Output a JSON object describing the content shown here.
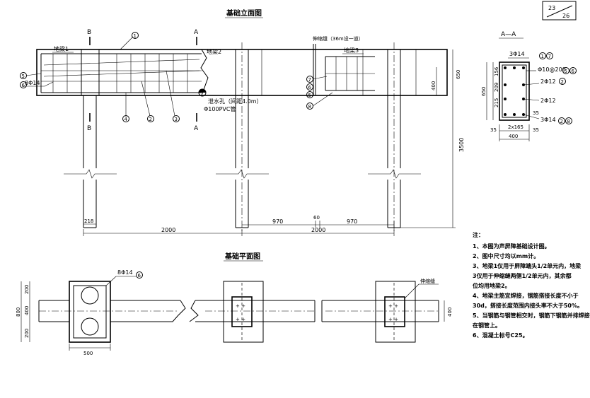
{
  "page_badge": {
    "current": "23",
    "total": "26"
  },
  "elevation": {
    "title": "基础立面图",
    "section_marks": {
      "b": "B",
      "a": "A"
    },
    "callouts": {
      "c1": "1",
      "c2": "2",
      "c3": "3",
      "c4": "4",
      "c5": "5",
      "c6": "6",
      "c7": "7",
      "c8": "8"
    },
    "labels": {
      "beam1": "地梁1",
      "beam2": "地梁2",
      "beam3": "地梁3",
      "bar_8phi14": "8Φ14",
      "joint": "伸缩缝（36m设一道）",
      "drain1": "泄水孔（间距4.0m）",
      "drain2": "Φ100PVC管"
    },
    "dims": {
      "d218": "218",
      "d2000a": "2000",
      "d2000b": "2000",
      "d970a": "970",
      "d60": "60",
      "d970b": "970",
      "d400": "400",
      "d650": "650",
      "d3500": "3500"
    }
  },
  "section": {
    "title": "A—A",
    "labels": {
      "top_bar": "3Φ14",
      "stirrup": "Φ10@200",
      "mid1": "2Φ12",
      "mid2": "2Φ12",
      "bot_bar": "3Φ14",
      "spacing": "2x165"
    },
    "callouts": {
      "c1": "1",
      "c7": "7",
      "c5": "5",
      "c6": "6",
      "c2": "2",
      "c8": "8"
    },
    "dims": {
      "d156": "156",
      "d209": "209",
      "d215": "215",
      "d650": "650",
      "d35a": "35",
      "d35b": "35",
      "d35c": "35",
      "d400": "400"
    }
  },
  "plan": {
    "title": "基础平面图",
    "labels": {
      "bar": "8Φ14",
      "callout": "6",
      "joint": "伸缩缝"
    },
    "dims": {
      "d200a": "200",
      "d400a": "400",
      "d200b": "200",
      "d800": "800",
      "d500": "500",
      "d400b": "400"
    }
  },
  "notes": {
    "header": "注：",
    "items": [
      "1、本图为声屏障基础设计图。",
      "2、图中尺寸均以mm计。",
      "3、地梁1仅用于屏障端头1/2单元内，地梁",
      "   3仅用于伸缩缝两侧1/2单元内，其余都",
      "   位均用地梁2。",
      "4、地梁主筋宜焊接，钢筋搭接长度不小于",
      "   30d，搭接长度范围内接头率不大于50%。",
      "5、当钢筋与钢管相交时，钢筋下钢筋并排焊接",
      "   在钢管上。",
      "6、混凝土标号C25。"
    ]
  }
}
